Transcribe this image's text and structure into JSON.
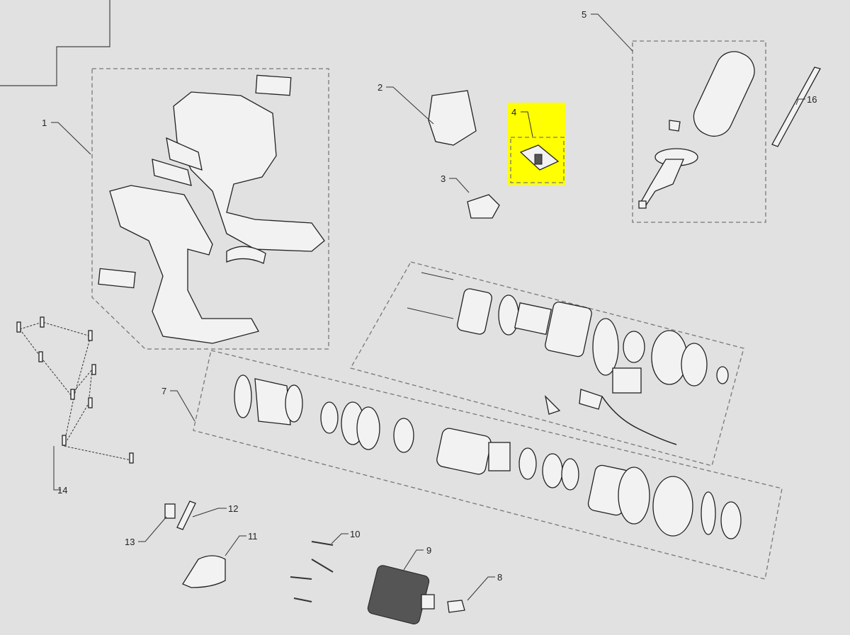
{
  "diagram": {
    "highlight_color": "#ffff00",
    "highlighted_part": "4",
    "callouts": [
      "1",
      "2",
      "3",
      "4",
      "5",
      "7",
      "8",
      "9",
      "10",
      "11",
      "12",
      "13",
      "14",
      "16"
    ]
  }
}
